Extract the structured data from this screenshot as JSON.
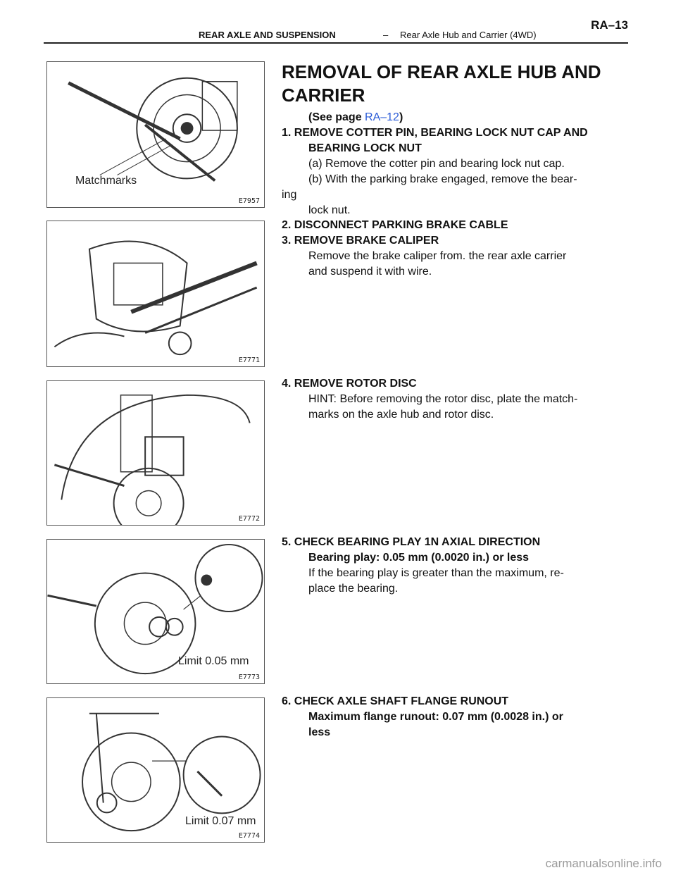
{
  "header": {
    "section": "REAR AXLE AND SUSPENSION",
    "dash": "–",
    "subsection": "Rear Axle Hub and Carrier (4WD)",
    "page_number": "RA–13"
  },
  "figures": [
    {
      "code": "E7957",
      "callout": "Matchmarks"
    },
    {
      "code": "E7771",
      "callout": ""
    },
    {
      "code": "E7772",
      "callout": ""
    },
    {
      "code": "E7773",
      "callout": "Limit 0.05 mm"
    },
    {
      "code": "E7774",
      "callout": "Limit 0.07 mm"
    }
  ],
  "content": {
    "title_line1": "REMOVAL OF REAR AXLE HUB AND",
    "title_line2": "CARRIER",
    "see_page_prefix": "(See page ",
    "see_page_link": "RA–12",
    "see_page_suffix": ")",
    "step1_line1": "1. REMOVE COTTER PIN, BEARING LOCK NUT CAP AND",
    "step1_line2": "BEARING LOCK NUT",
    "step1_a": "(a) Remove the cotter pin and bearing lock nut cap.",
    "step1_b1": "(b) With the parking brake engaged, remove the bear-",
    "step1_b2": "ing",
    "step1_b3": "lock nut.",
    "step2": "2. DISCONNECT PARKING BRAKE CABLE",
    "step3": "3. REMOVE BRAKE CALIPER",
    "step3_t1": "Remove the brake caliper from. the rear axle carrier",
    "step3_t2": "and suspend it with wire.",
    "step4": "4. REMOVE ROTOR DISC",
    "step4_t1": "HINT: Before removing the rotor disc, plate the match-",
    "step4_t2": "marks on the axle hub and rotor disc.",
    "step5": "5. CHECK BEARING PLAY 1N AXIAL DIRECTION",
    "step5_spec": "Bearing play: 0.05 mm (0.0020 in.) or less",
    "step5_t1": "If the bearing play is greater than the maximum, re-",
    "step5_t2": "place the bearing.",
    "step6": "6. CHECK AXLE SHAFT FLANGE RUNOUT",
    "step6_spec1": "Maximum flange runout: 0.07 mm (0.0028 in.) or",
    "step6_spec2": "less"
  },
  "footer": {
    "watermark": "carmanualsonline.info"
  }
}
